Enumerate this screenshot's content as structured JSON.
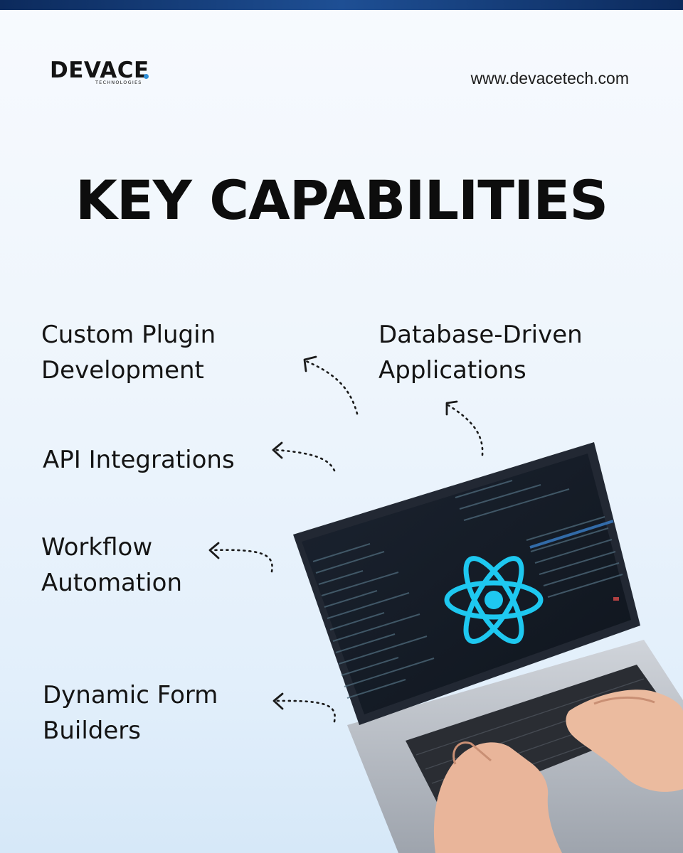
{
  "brand": {
    "name": "DEVACE",
    "tagline": "TECHNOLOGIES",
    "website": "www.devacetech.com",
    "accent_color": "#2f8fd8",
    "dark_color": "#0c2a5c"
  },
  "title": "KEY CAPABILITIES",
  "capabilities": {
    "plugin": {
      "line1": "Custom Plugin",
      "line2": "Development"
    },
    "database": {
      "line1": "Database-Driven",
      "line2": "Applications"
    },
    "api": {
      "line1": "API Integrations"
    },
    "workflow": {
      "line1": "Workflow",
      "line2": "Automation"
    },
    "form": {
      "line1": "Dynamic Form",
      "line2": "Builders"
    }
  },
  "illustration": {
    "device": "laptop-icon",
    "screen_logo": "react-atom-icon",
    "logo_color": "#1ec8f0"
  }
}
